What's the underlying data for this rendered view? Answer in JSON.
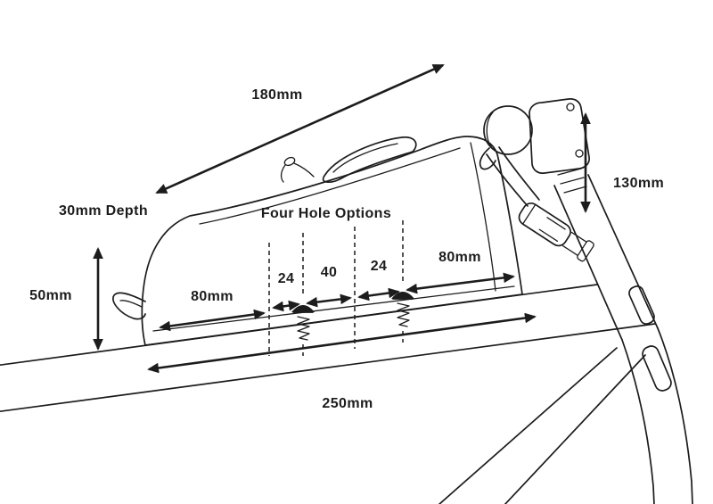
{
  "page": {
    "background_color": "#ffffff",
    "line_color": "#1c1c1c"
  },
  "diagram": {
    "heading": "Four Hole Options",
    "dims": {
      "bag_top_length": "180mm",
      "depth_label": "30mm Depth",
      "bag_front_height": "50mm",
      "left_edge_to_first_hole": "80mm",
      "hole_gap_1": "24",
      "hole_gap_2": "40",
      "hole_gap_3": "24",
      "last_hole_to_rear": "80mm",
      "base_length": "250mm",
      "stem_height": "130mm"
    }
  }
}
